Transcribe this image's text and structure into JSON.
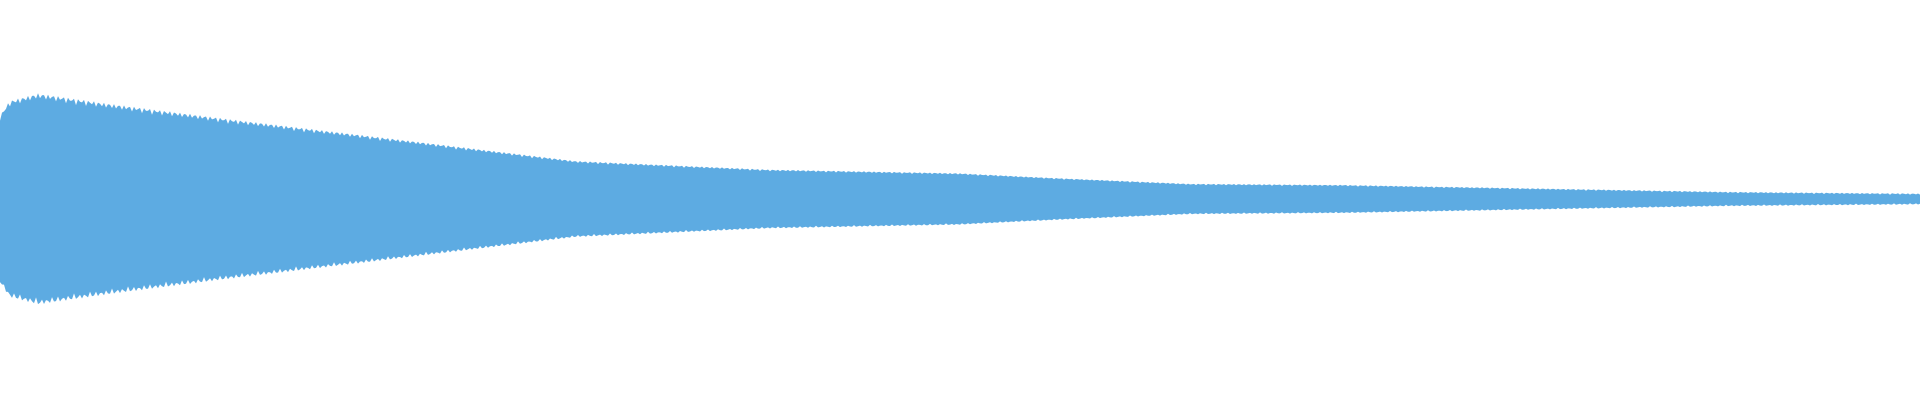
{
  "waveform": {
    "color": "#5DABE2",
    "background": "#FFFFFF",
    "envelope": {
      "points": [
        {
          "t": 0.0,
          "amp": 0.68
        },
        {
          "t": 0.005,
          "amp": 0.8
        },
        {
          "t": 0.02,
          "amp": 0.86
        },
        {
          "t": 0.06,
          "amp": 0.77
        },
        {
          "t": 0.12,
          "amp": 0.65
        },
        {
          "t": 0.2,
          "amp": 0.5
        },
        {
          "t": 0.3,
          "amp": 0.31
        },
        {
          "t": 0.4,
          "amp": 0.24
        },
        {
          "t": 0.5,
          "amp": 0.21
        },
        {
          "t": 0.55,
          "amp": 0.17
        },
        {
          "t": 0.62,
          "amp": 0.12
        },
        {
          "t": 0.7,
          "amp": 0.11
        },
        {
          "t": 0.8,
          "amp": 0.08
        },
        {
          "t": 0.9,
          "amp": 0.05
        },
        {
          "t": 1.0,
          "amp": 0.035
        }
      ]
    }
  }
}
